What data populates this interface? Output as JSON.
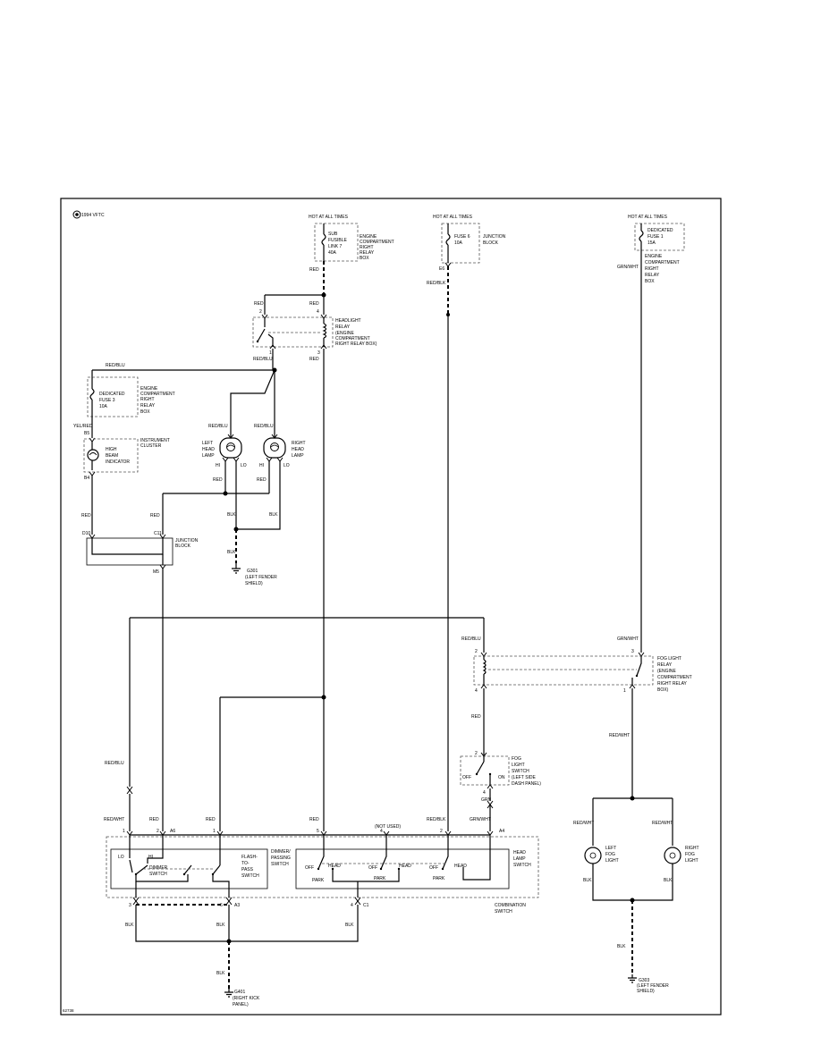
{
  "header": {
    "model_label": "1994 VFTC",
    "figure_id": "62738"
  },
  "power": {
    "hot1": "HOT AT ALL TIMES",
    "hot2": "HOT AT ALL TIMES",
    "hot3": "HOT AT ALL TIMES",
    "sub_fuse": [
      "SUB",
      "FUSIBLE",
      "LINK 7",
      "40A"
    ],
    "sub_fuse_loc": [
      "ENGINE",
      "COMPARTMENT",
      "RIGHT",
      "RELAY",
      "BOX"
    ],
    "fuse6": [
      "FUSE 6",
      "10A"
    ],
    "fuse6_loc": [
      "JUNCTION",
      "BLOCK"
    ],
    "fuse6_pin": "E6",
    "dfuse1": [
      "DEDICATED",
      "FUSE 1",
      "15A"
    ],
    "dfuse1_loc": [
      "ENGINE",
      "COMPARTMENT",
      "RIGHT",
      "RELAY",
      "BOX"
    ],
    "dfuse3": [
      "DEDICATED",
      "FUSE 3",
      "10A"
    ],
    "dfuse3_loc": [
      "ENGINE",
      "COMPARTMENT",
      "RIGHT",
      "RELAY",
      "BOX"
    ]
  },
  "components": {
    "headlight_relay": [
      "HEADLIGHT",
      "RELAY",
      "(ENGINE",
      "COMPARTMENT",
      "RIGHT RELAY BOX)"
    ],
    "cluster": [
      "INSTRUMENT",
      "CLUSTER"
    ],
    "high_beam": [
      "HIGH",
      "BEAM",
      "INDICATOR"
    ],
    "left_head": [
      "LEFT",
      "HEAD",
      "LAMP"
    ],
    "right_head": [
      "RIGHT",
      "HEAD",
      "LAMP"
    ],
    "junction_block": [
      "JUNCTION",
      "BLOCK"
    ],
    "g301": [
      "G301",
      "(LEFT FENDER",
      "SHIELD)"
    ],
    "fog_relay": [
      "FOG LIGHT",
      "RELAY",
      "(ENGINE",
      "COMPARTMENT",
      "RIGHT RELAY",
      "BOX)"
    ],
    "fog_switch": [
      "FOG",
      "LIGHT",
      "SWITCH",
      "(LEFT SIDE",
      "DASH PANEL)"
    ],
    "dimmer": [
      "DIMMER/",
      "PASSING",
      "SWITCH"
    ],
    "dimmer_sw": [
      "DIMMER",
      "SWITCH"
    ],
    "flash": [
      "FLASH-",
      "TO-",
      "PASS",
      "SWITCH"
    ],
    "head_switch": [
      "HEAD",
      "LAMP",
      "SWITCH"
    ],
    "combination": [
      "COMBINATION",
      "SWITCH"
    ],
    "left_fog": [
      "LEFT",
      "FOG",
      "LIGHT"
    ],
    "right_fog": [
      "RIGHT",
      "FOG",
      "LIGHT"
    ],
    "g401": [
      "G401",
      "(RIGHT KICK",
      "PANEL)"
    ],
    "g303": [
      "G303",
      "(LEFT FENDER",
      "SHIELD)"
    ],
    "not_used": "(NOT USED)"
  },
  "switch_positions": {
    "off": "OFF",
    "on": "ON",
    "head": "HEAD",
    "park": "PARK",
    "lo": "LO",
    "hi": "HI"
  },
  "wires": {
    "red": "RED",
    "red_blk": "RED/BLK",
    "red_blu": "RED/BLU",
    "red_wht": "RED/WHT",
    "grn_wht": "GRN/WHT",
    "yel_red": "YEL/RED",
    "blk": "BLK",
    "grn": "GRN"
  },
  "pins": {
    "p2": "2",
    "p4": "4",
    "p1": "1",
    "p3": "3",
    "p5": "5",
    "p6": "6",
    "b5": "B5",
    "b4": "B4",
    "d10": "D10",
    "c11": "C11",
    "m5": "M5",
    "a6": "A6",
    "a4": "A4",
    "a3": "A3",
    "c1": "C1",
    "hi": "HI",
    "lo": "LO"
  }
}
